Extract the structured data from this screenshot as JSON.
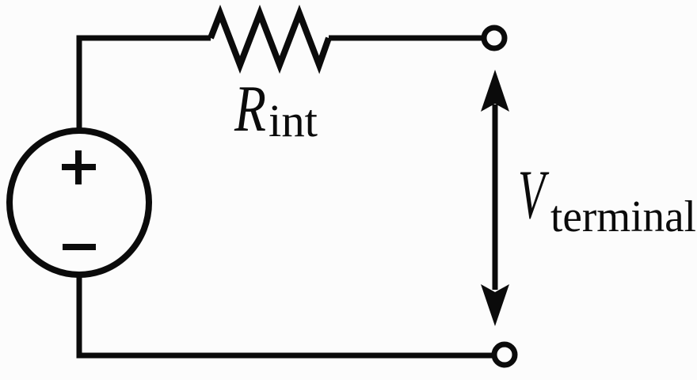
{
  "canvas": {
    "background_color": "#fcfcfc",
    "ink_color": "#0b0b0b"
  },
  "circuit": {
    "type": "dc-source-with-internal-resistance",
    "source": {
      "symbol": "dc-voltage-source-circle",
      "plus": "+",
      "minus": "−"
    },
    "resistor": {
      "symbol": "resistor-zigzag",
      "label_main": "R",
      "label_sub": "int"
    },
    "terminal_voltage": {
      "symbol": "double-headed-arrow",
      "label_main": "V",
      "label_sub": "terminal"
    },
    "terminals": {
      "top": "open-circle-terminal",
      "bottom": "open-circle-terminal"
    }
  }
}
